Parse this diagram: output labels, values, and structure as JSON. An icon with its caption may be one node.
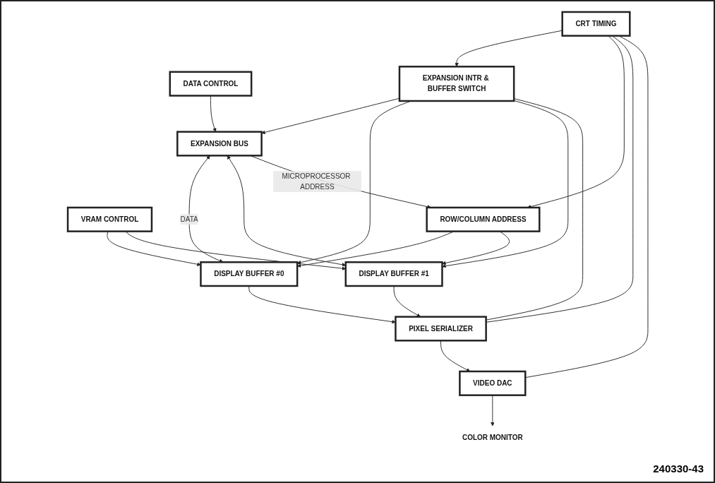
{
  "diagram": {
    "nodes": [
      {
        "text": [
          "EXPANSION BUS"
        ]
      },
      {
        "text": [
          "DATA CONTROL"
        ]
      },
      {
        "text": [
          "VRAM CONTROL"
        ]
      },
      {
        "text": [
          "DISPLAY BUFFER #0"
        ]
      },
      {
        "text": [
          "ROW/COLUMN ADDRESS"
        ]
      },
      {
        "text": [
          "DISPLAY BUFFER #1"
        ]
      },
      {
        "text": [
          "EXPANSION INTR & BUFFER SWITCH"
        ]
      },
      {
        "text": [
          "PIXEL SERIALIZER"
        ]
      },
      {
        "text": [
          "VIDEO DAC"
        ]
      },
      {
        "text": [
          "COLOR MONITOR"
        ]
      },
      {
        "text": [
          "CRT TIMING"
        ]
      }
    ],
    "edges": [
      {
        "from": 1,
        "to": 0,
        "arrow": "to"
      },
      {
        "from": 0,
        "to": 3,
        "arrow": "both",
        "label": "DATA"
      },
      {
        "from": 0,
        "to": 5,
        "arrow": "both"
      },
      {
        "from": 2,
        "to": 3,
        "arrow": "to"
      },
      {
        "from": 2,
        "to": 5,
        "arrow": "to"
      },
      {
        "from": 0,
        "to": 4,
        "arrow": "to",
        "label": "MICROPROCESSOR ADDRESS"
      },
      {
        "from": 4,
        "to": 3,
        "arrow": "to"
      },
      {
        "from": 4,
        "to": 5,
        "arrow": "to"
      },
      {
        "from": 3,
        "to": 7,
        "arrow": "to"
      },
      {
        "from": 5,
        "to": 7,
        "arrow": "to"
      },
      {
        "from": 7,
        "to": 8,
        "arrow": "to"
      },
      {
        "from": 8,
        "to": 9,
        "arrow": "to"
      },
      {
        "from": 6,
        "to": 0,
        "arrow": "to"
      },
      {
        "from": 6,
        "to": 3,
        "arrow": "to"
      },
      {
        "from": 6,
        "to": 5,
        "arrow": "to"
      },
      {
        "from": 6,
        "to": 7,
        "arrow": "none"
      },
      {
        "from": 10,
        "to": 6,
        "arrow": "to"
      },
      {
        "from": 10,
        "to": 4,
        "arrow": "to"
      },
      {
        "from": 10,
        "to": 7,
        "arrow": "none"
      },
      {
        "from": 10,
        "to": 8,
        "arrow": "none"
      }
    ],
    "labels": [
      "240330-43"
    ]
  }
}
